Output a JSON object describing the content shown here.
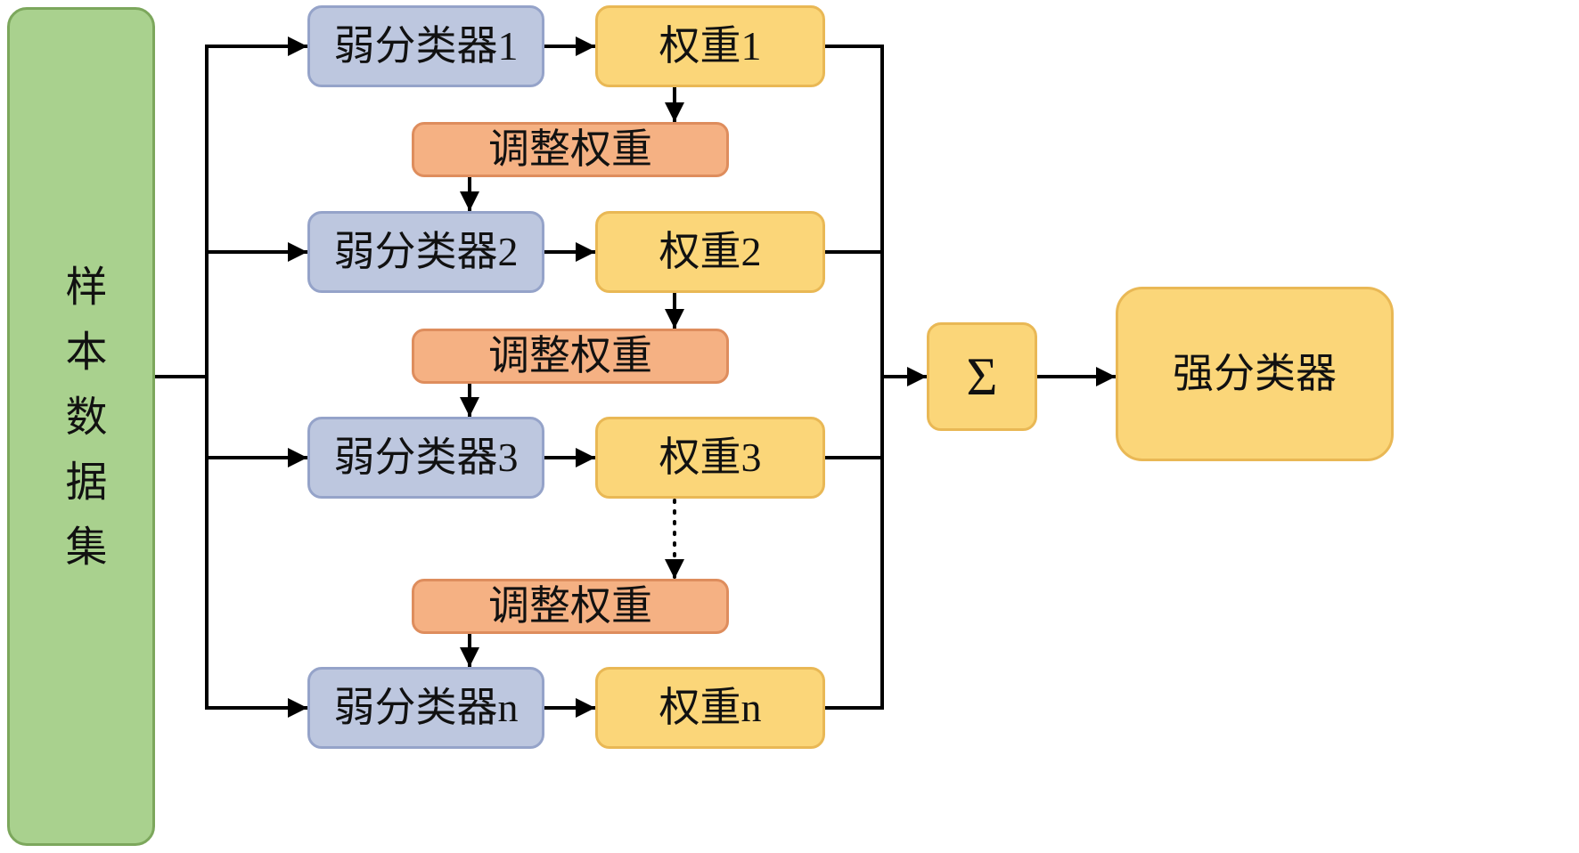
{
  "colors": {
    "dataset-fill": "#A9D18E",
    "dataset-border": "#7CA75C",
    "weak-fill": "#BDC7DF",
    "weak-border": "#95A3C9",
    "weight-fill": "#FBD679",
    "weight-border": "#E9B855",
    "adjust-fill": "#F5B183",
    "adjust-border": "#DE8D5D",
    "line": "#000000"
  },
  "dataset": {
    "label": "样本数据集"
  },
  "weak_classifiers": [
    {
      "label": "弱分类器1"
    },
    {
      "label": "弱分类器2"
    },
    {
      "label": "弱分类器3"
    },
    {
      "label": "弱分类器n"
    }
  ],
  "weights": [
    {
      "label": "权重1"
    },
    {
      "label": "权重2"
    },
    {
      "label": "权重3"
    },
    {
      "label": "权重n"
    }
  ],
  "adjust_weights": [
    {
      "label": "调整权重"
    },
    {
      "label": "调整权重"
    },
    {
      "label": "调整权重"
    }
  ],
  "sum": {
    "label": "Σ"
  },
  "strong_classifier": {
    "label": "强分类器"
  }
}
